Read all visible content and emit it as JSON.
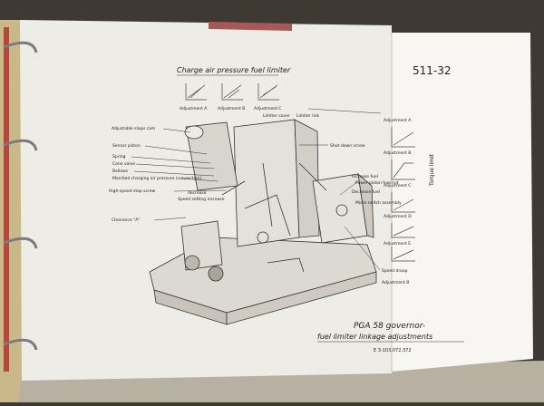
{
  "page_number": "511-32",
  "top_title": "Charge air pressure fuel limiter",
  "top_adjustments": [
    "Adjustment A",
    "Adjustment B",
    "Adjustment C"
  ],
  "left_labels": [
    "Adjustable slope cam",
    "Sensor piston",
    "Spring",
    "Cone valve",
    "Bellows",
    "Manifold charging air pressure (connection)",
    "High-speed stop screw",
    "Clearance \"A\""
  ],
  "center_labels": {
    "limiter_cover": "Limiter cover",
    "limiter_link": "Limiter link",
    "speed_setting": "Speed setting increase",
    "decrease": "decrease"
  },
  "right_callouts": [
    "Shut-down screw",
    "Increase fuel",
    "Power piston fuel rod",
    "Decrease fuel",
    "Micro switch assembly",
    "Speed droop",
    "Adjustment B"
  ],
  "right_panel": {
    "side_title": "Torque limit",
    "adjustments": [
      "Adjustment A",
      "Adjustment B",
      "Adjustment C",
      "Adjustment D",
      "Adjustment E"
    ]
  },
  "caption": {
    "line1": "PGA 58 governor-",
    "line2": "fuel limiter linkage adjustments",
    "code": "E 3-103,072,372"
  }
}
